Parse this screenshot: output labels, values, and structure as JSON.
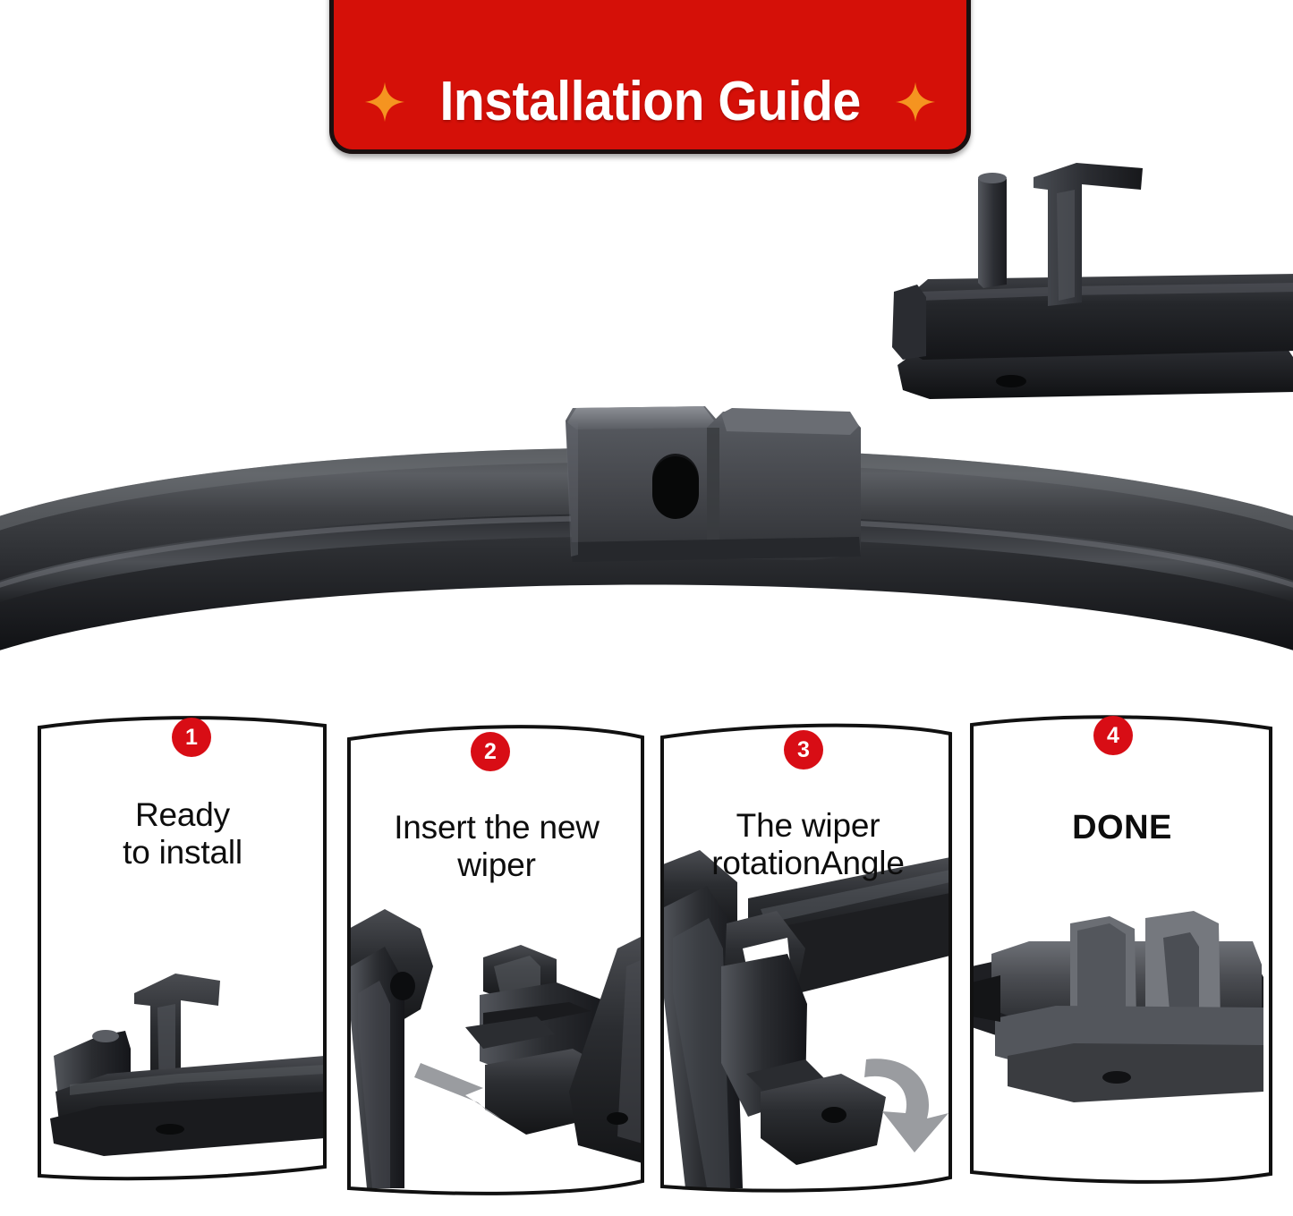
{
  "header": {
    "title": "Installation Guide",
    "banner_color": "#d51008",
    "title_color": "#ffffff",
    "sparkle_color": "#f59420",
    "left_sparkle_icon": "sparkle-icon",
    "right_sparkle_icon": "sparkle-icon"
  },
  "hero": {
    "blade_image_alt": "wiper-blade",
    "arm_image_alt": "wiper-arm-adapter",
    "blade_color": "#3a3c3f",
    "connector_color": "#4a4c50"
  },
  "steps": {
    "badge_color": "#d80d15",
    "badge_text_color": "#ffffff",
    "items": [
      {
        "number": "1",
        "label": "Ready\nto install",
        "bold": false,
        "image_alt": "wiper-arm-hook-closeup"
      },
      {
        "number": "2",
        "label": "Insert the new\nwiper",
        "bold": false,
        "image_alt": "inserting-wiper-with-arrow"
      },
      {
        "number": "3",
        "label": "The wiper\nrotationAngle",
        "bold": false,
        "image_alt": "rotating-wiper-with-curved-arrow"
      },
      {
        "number": "4",
        "label": "DONE",
        "bold": true,
        "image_alt": "installed-wiper-closeup"
      }
    ]
  }
}
